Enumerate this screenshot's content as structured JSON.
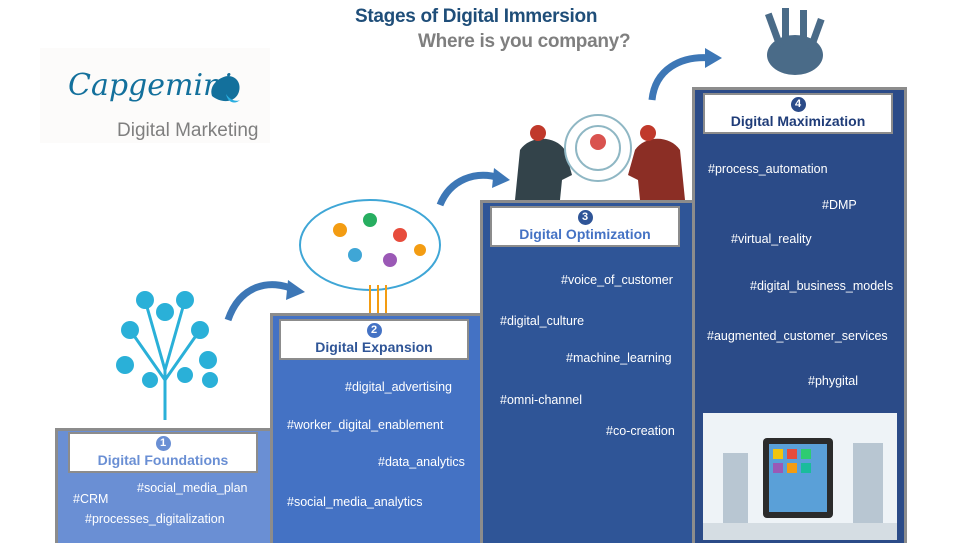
{
  "title": "Stages of Digital Immersion",
  "subtitle": "Where is you company?",
  "logo": {
    "name": "Capgemini",
    "sub": "Digital Marketing"
  },
  "stages": [
    {
      "num": "1",
      "label": "Digital Foundations",
      "color": "#6a8fd4",
      "tags": [
        "#social_media_plan",
        "#CRM",
        "#processes_digitalization"
      ]
    },
    {
      "num": "2",
      "label": "Digital Expansion",
      "color": "#4472c4",
      "tags": [
        "#digital_advertising",
        "#worker_digital_enablement",
        "#data_analytics",
        "#social_media_analytics"
      ]
    },
    {
      "num": "3",
      "label": "Digital Optimization",
      "color": "#2f5597",
      "tags": [
        "#voice_of_customer",
        "#digital_culture",
        "#machine_learning",
        "#omni-channel",
        "#co-creation"
      ]
    },
    {
      "num": "4",
      "label": "Digital Maximization",
      "color": "#2b4b88",
      "tags": [
        "#process_automation",
        "#DMP",
        "#virtual_reality",
        "#digital_business_models",
        "#augmented_customer_services",
        "#phygital"
      ]
    }
  ]
}
